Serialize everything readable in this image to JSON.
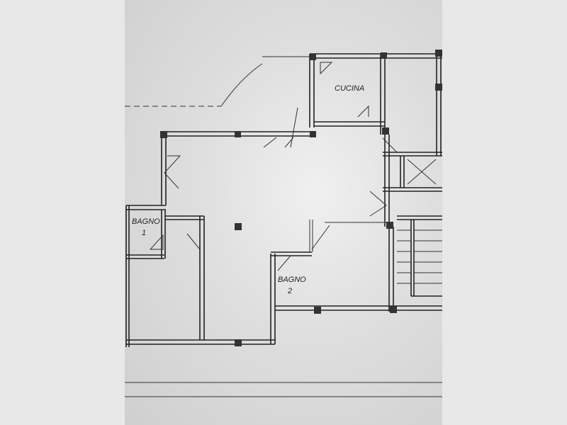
{
  "plan": {
    "rooms": [
      {
        "id": "kitchen",
        "label": "CUCINA"
      },
      {
        "id": "bath1",
        "label": "BAGNO",
        "number": "1"
      },
      {
        "id": "bath2",
        "label": "BAGNO",
        "number": "2"
      }
    ]
  }
}
